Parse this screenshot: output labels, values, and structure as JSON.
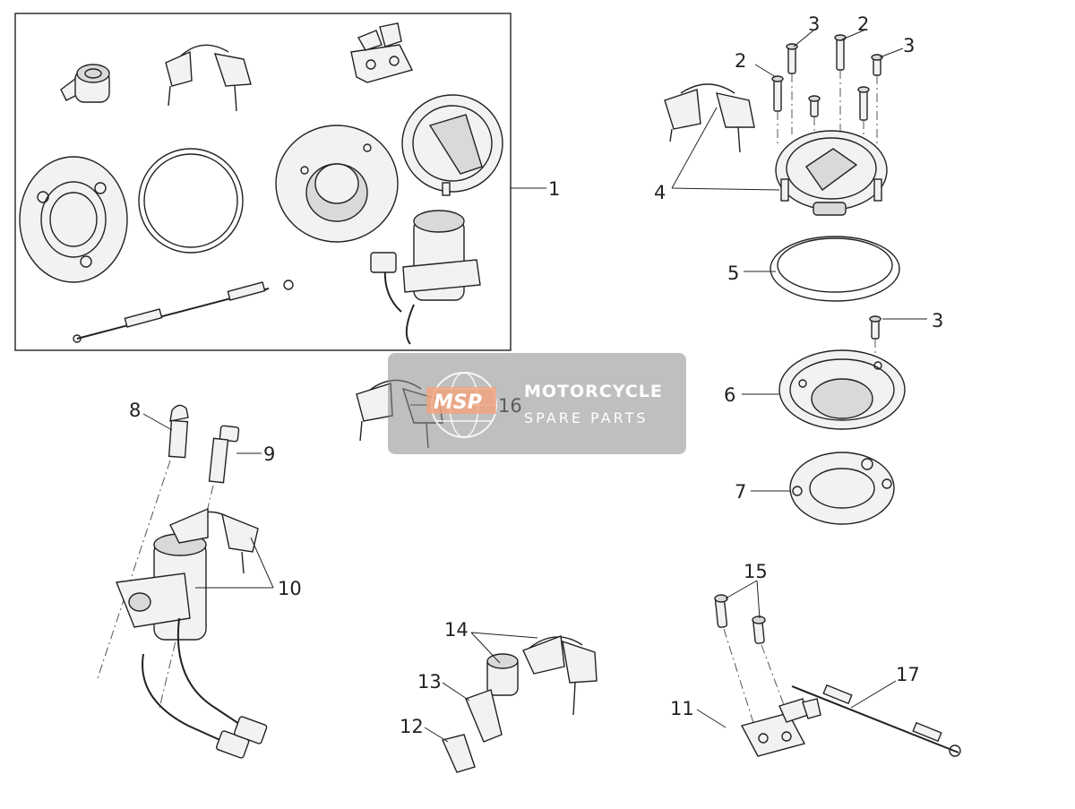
{
  "callouts": {
    "c1": "1",
    "c2a": "2",
    "c2b": "2",
    "c3a": "3",
    "c3b": "3",
    "c3c": "3",
    "c4": "4",
    "c5": "5",
    "c6": "6",
    "c7": "7",
    "c8": "8",
    "c9": "9",
    "c10": "10",
    "c11": "11",
    "c12": "12",
    "c13": "13",
    "c14": "14",
    "c15": "15",
    "c16": "16",
    "c17": "17"
  },
  "watermark": {
    "logo": "MSP",
    "line1": "MOTORCYCLE",
    "line2": "SPARE PARTS"
  }
}
